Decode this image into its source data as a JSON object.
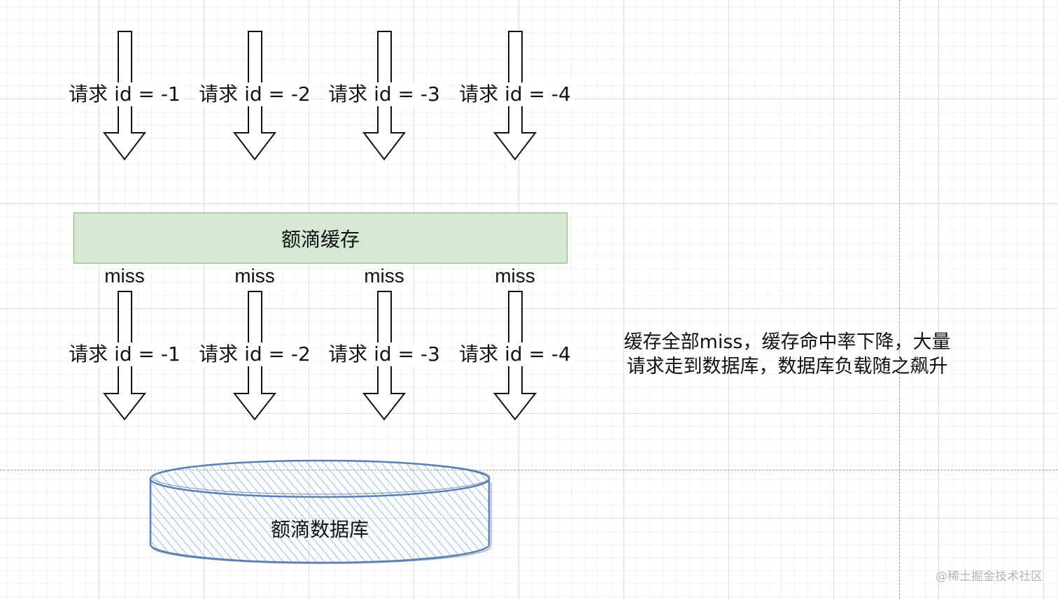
{
  "request_labels_top": [
    "请求 id = -1",
    "请求 id = -2",
    "请求 id = -3",
    "请求 id = -4"
  ],
  "cache": {
    "label": "额滴缓存",
    "fill": "#d5e8d4",
    "stroke": "#82b366"
  },
  "miss_labels": [
    "miss",
    "miss",
    "miss",
    "miss"
  ],
  "request_labels_bottom": [
    "请求 id = -1",
    "请求 id = -2",
    "请求 id = -3",
    "请求 id = -4"
  ],
  "database": {
    "label": "额滴数据库",
    "stroke": "#5b7fb0",
    "hatch": "#a9c4ec"
  },
  "note": "缓存全部miss，缓存命中率下降，大量请求走到数据库，数据库负载随之飙升",
  "watermark": "@稀土掘金技术社区"
}
